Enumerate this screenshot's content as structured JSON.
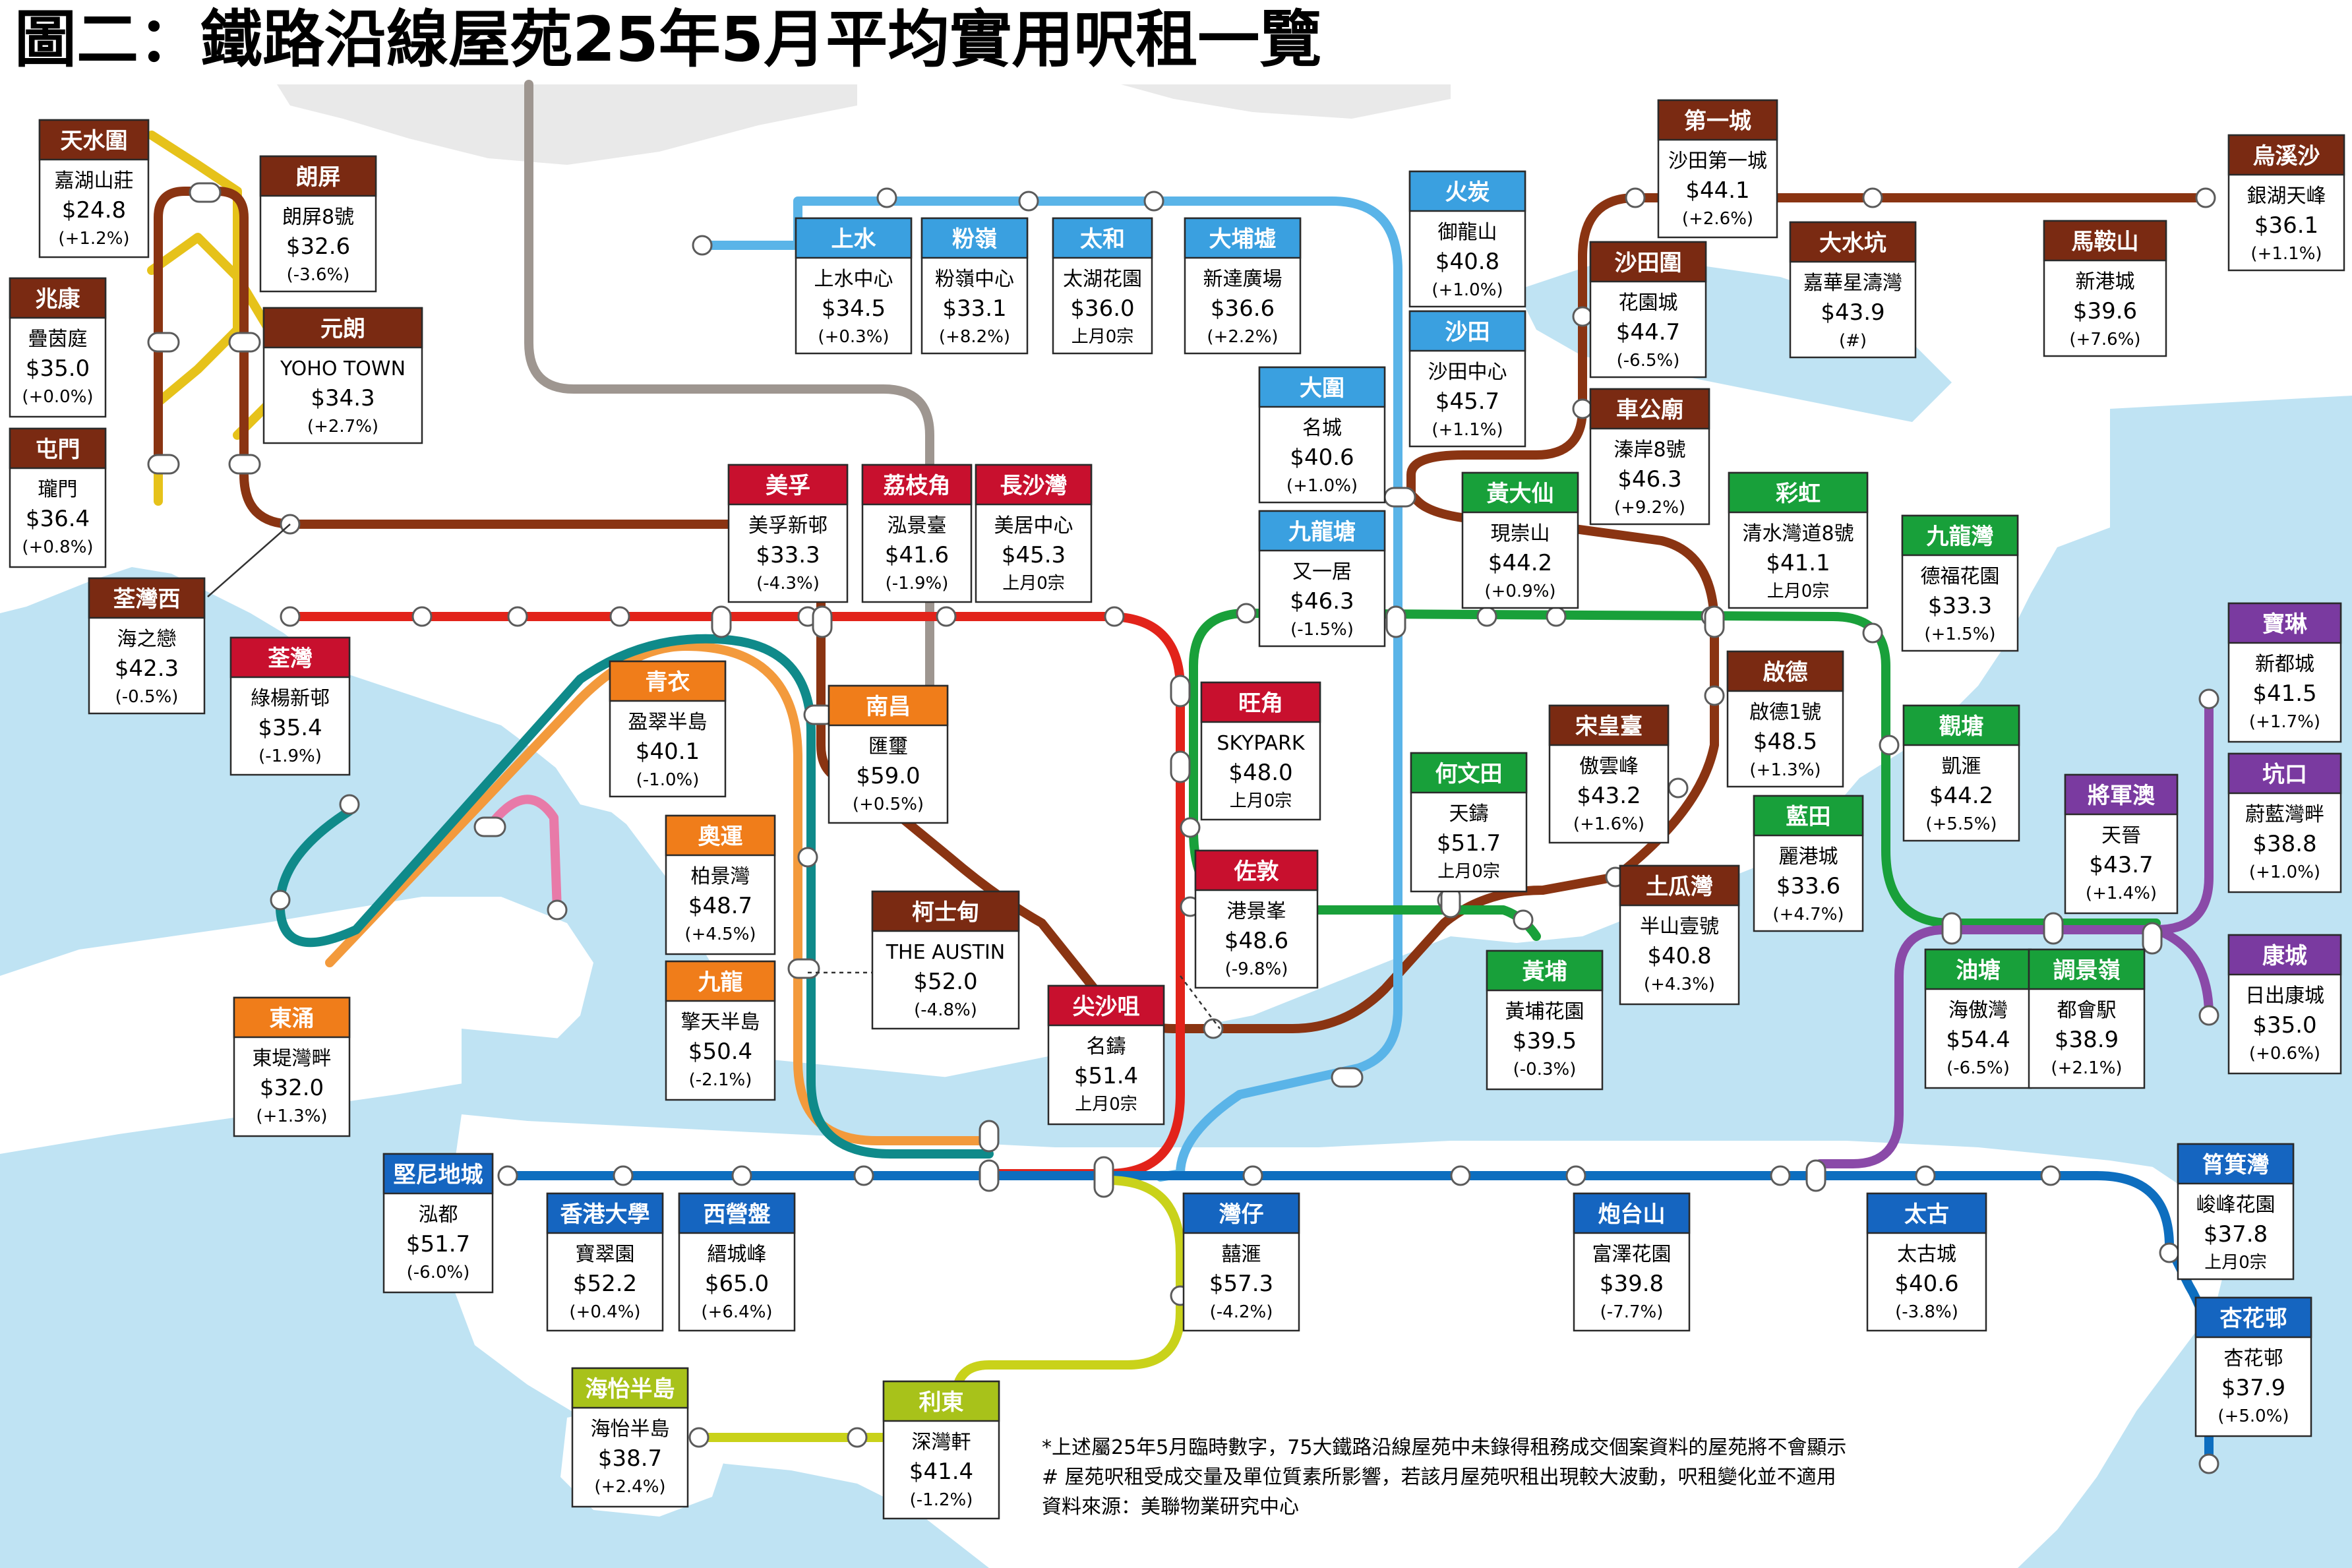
{
  "title": "圖二：鐵路沿線屋苑25年5月平均實用呎租一覽",
  "colors": {
    "sea": "#bfe3f3",
    "land": "#ffffff",
    "grey_land": "#e9e9e9",
    "header_red": "#c8102e",
    "header_brown": "#7a2a12",
    "header_blue": "#1565c0",
    "header_lightblue": "#3aa0e0",
    "header_green": "#18a03a",
    "header_orange": "#f07d1a",
    "header_purple": "#7a3aa0",
    "header_lime": "#a8c21a",
    "line_red": "#e2231a",
    "line_brown": "#8a3412",
    "line_green": "#19a03a",
    "line_blue": "#0d6ebf",
    "line_lightblue": "#5ab4e8",
    "line_orange": "#f39a3c",
    "line_teal": "#0f8a8a",
    "line_purple": "#8a4aa8",
    "line_lime": "#c9d21a",
    "line_yellow": "#e6c21a",
    "line_pink": "#e87aa8",
    "line_grey": "#9e9690"
  },
  "stations": [
    {
      "name": "天水圍",
      "estate": "嘉湖山莊",
      "rent": "$24.8",
      "change": "(+1.2%)",
      "header": "header_brown"
    },
    {
      "name": "朗屏",
      "estate": "朗屏8號",
      "rent": "$32.6",
      "change": "(-3.6%)",
      "header": "header_brown"
    },
    {
      "name": "兆康",
      "estate": "疊茵庭",
      "rent": "$35.0",
      "change": "(+0.0%)",
      "header": "header_brown"
    },
    {
      "name": "元朗",
      "estate": "YOHO TOWN",
      "rent": "$34.3",
      "change": "(+2.7%)",
      "header": "header_brown"
    },
    {
      "name": "屯門",
      "estate": "瓏門",
      "rent": "$36.4",
      "change": "(+0.8%)",
      "header": "header_brown"
    },
    {
      "name": "荃灣西",
      "estate": "海之戀",
      "rent": "$42.3",
      "change": "(-0.5%)",
      "header": "header_brown"
    },
    {
      "name": "荃灣",
      "estate": "綠楊新邨",
      "rent": "$35.4",
      "change": "(-1.9%)",
      "header": "header_red"
    },
    {
      "name": "美孚",
      "estate": "美孚新邨",
      "rent": "$33.3",
      "change": "(-4.3%)",
      "header": "header_red"
    },
    {
      "name": "荔枝角",
      "estate": "泓景臺",
      "rent": "$41.6",
      "change": "(-1.9%)",
      "header": "header_red"
    },
    {
      "name": "長沙灣",
      "estate": "美居中心",
      "rent": "$45.3",
      "change": "上月0宗",
      "header": "header_red"
    },
    {
      "name": "青衣",
      "estate": "盈翠半島",
      "rent": "$40.1",
      "change": "(-1.0%)",
      "header": "header_orange"
    },
    {
      "name": "南昌",
      "estate": "匯璽",
      "rent": "$59.0",
      "change": "(+0.5%)",
      "header": "header_orange"
    },
    {
      "name": "奧運",
      "estate": "柏景灣",
      "rent": "$48.7",
      "change": "(+4.5%)",
      "header": "header_orange"
    },
    {
      "name": "九龍",
      "estate": "擎天半島",
      "rent": "$50.4",
      "change": "(-2.1%)",
      "header": "header_orange"
    },
    {
      "name": "東涌",
      "estate": "東堤灣畔",
      "rent": "$32.0",
      "change": "(+1.3%)",
      "header": "header_orange"
    },
    {
      "name": "柯士甸",
      "estate": "THE AUSTIN",
      "rent": "$52.0",
      "change": "(-4.8%)",
      "header": "header_brown"
    },
    {
      "name": "尖沙咀",
      "estate": "名鑄",
      "rent": "$51.4",
      "change": "上月0宗",
      "header": "header_red"
    },
    {
      "name": "上水",
      "estate": "上水中心",
      "rent": "$34.5",
      "change": "(+0.3%)",
      "header": "header_lightblue"
    },
    {
      "name": "粉嶺",
      "estate": "粉嶺中心",
      "rent": "$33.1",
      "change": "(+8.2%)",
      "header": "header_lightblue"
    },
    {
      "name": "太和",
      "estate": "太湖花園",
      "rent": "$36.0",
      "change": "上月0宗",
      "header": "header_lightblue"
    },
    {
      "name": "大埔墟",
      "estate": "新達廣場",
      "rent": "$36.6",
      "change": "(+2.2%)",
      "header": "header_lightblue"
    },
    {
      "name": "火炭",
      "estate": "御龍山",
      "rent": "$40.8",
      "change": "(+1.0%)",
      "header": "header_lightblue"
    },
    {
      "name": "沙田",
      "estate": "沙田中心",
      "rent": "$45.7",
      "change": "(+1.1%)",
      "header": "header_lightblue"
    },
    {
      "name": "大圍",
      "estate": "名城",
      "rent": "$40.6",
      "change": "(+1.0%)",
      "header": "header_lightblue"
    },
    {
      "name": "九龍塘",
      "estate": "又一居",
      "rent": "$46.3",
      "change": "(-1.5%)",
      "header": "header_lightblue"
    },
    {
      "name": "旺角",
      "estate": "SKYPARK",
      "rent": "$48.0",
      "change": "上月0宗",
      "header": "header_red"
    },
    {
      "name": "佐敦",
      "estate": "港景峯",
      "rent": "$48.6",
      "change": "(-9.8%)",
      "header": "header_red"
    },
    {
      "name": "何文田",
      "estate": "天鑄",
      "rent": "$51.7",
      "change": "上月0宗",
      "header": "header_green"
    },
    {
      "name": "黃埔",
      "estate": "黃埔花園",
      "rent": "$39.5",
      "change": "(-0.3%)",
      "header": "header_green"
    },
    {
      "name": "第一城",
      "estate": "沙田第一城",
      "rent": "$44.1",
      "change": "(+2.6%)",
      "header": "header_brown"
    },
    {
      "name": "烏溪沙",
      "estate": "銀湖天峰",
      "rent": "$36.1",
      "change": "(+1.1%)",
      "header": "header_brown"
    },
    {
      "name": "大水坑",
      "estate": "嘉華星濤灣",
      "rent": "$43.9",
      "change": "(#)",
      "header": "header_brown"
    },
    {
      "name": "馬鞍山",
      "estate": "新港城",
      "rent": "$39.6",
      "change": "(+7.6%)",
      "header": "header_brown"
    },
    {
      "name": "沙田圍",
      "estate": "花園城",
      "rent": "$44.7",
      "change": "(-6.5%)",
      "header": "header_brown"
    },
    {
      "name": "車公廟",
      "estate": "溱岸8號",
      "rent": "$46.3",
      "change": "(+9.2%)",
      "header": "header_brown"
    },
    {
      "name": "黃大仙",
      "estate": "現崇山",
      "rent": "$44.2",
      "change": "(+0.9%)",
      "header": "header_green"
    },
    {
      "name": "彩虹",
      "estate": "清水灣道8號",
      "rent": "$41.1",
      "change": "上月0宗",
      "header": "header_green"
    },
    {
      "name": "九龍灣",
      "estate": "德福花園",
      "rent": "$33.3",
      "change": "(+1.5%)",
      "header": "header_green"
    },
    {
      "name": "啟德",
      "estate": "啟德1號",
      "rent": "$48.5",
      "change": "(+1.3%)",
      "header": "header_brown"
    },
    {
      "name": "宋皇臺",
      "estate": "傲雲峰",
      "rent": "$43.2",
      "change": "(+1.6%)",
      "header": "header_brown"
    },
    {
      "name": "觀塘",
      "estate": "凱滙",
      "rent": "$44.2",
      "change": "(+5.5%)",
      "header": "header_green"
    },
    {
      "name": "藍田",
      "estate": "麗港城",
      "rent": "$33.6",
      "change": "(+4.7%)",
      "header": "header_green"
    },
    {
      "name": "土瓜灣",
      "estate": "半山壹號",
      "rent": "$40.8",
      "change": "(+4.3%)",
      "header": "header_brown"
    },
    {
      "name": "寶琳",
      "estate": "新都城",
      "rent": "$41.5",
      "change": "(+1.7%)",
      "header": "header_purple"
    },
    {
      "name": "將軍澳",
      "estate": "天晉",
      "rent": "$43.7",
      "change": "(+1.4%)",
      "header": "header_purple"
    },
    {
      "name": "坑口",
      "estate": "蔚藍灣畔",
      "rent": "$38.8",
      "change": "(+1.0%)",
      "header": "header_purple"
    },
    {
      "name": "康城",
      "estate": "日出康城",
      "rent": "$35.0",
      "change": "(+0.6%)",
      "header": "header_purple"
    },
    {
      "name": "油塘",
      "estate": "海傲灣",
      "rent": "$54.4",
      "change": "(-6.5%)",
      "header": "header_green"
    },
    {
      "name": "調景嶺",
      "estate": "都會駅",
      "rent": "$38.9",
      "change": "(+2.1%)",
      "header": "header_green"
    },
    {
      "name": "堅尼地城",
      "estate": "泓都",
      "rent": "$51.7",
      "change": "(-6.0%)",
      "header": "header_blue"
    },
    {
      "name": "香港大學",
      "estate": "寶翠園",
      "rent": "$52.2",
      "change": "(+0.4%)",
      "header": "header_blue"
    },
    {
      "name": "西營盤",
      "estate": "縉城峰",
      "rent": "$65.0",
      "change": "(+6.4%)",
      "header": "header_blue"
    },
    {
      "name": "灣仔",
      "estate": "囍滙",
      "rent": "$57.3",
      "change": "(-4.2%)",
      "header": "header_blue"
    },
    {
      "name": "炮台山",
      "estate": "富澤花園",
      "rent": "$39.8",
      "change": "(-7.7%)",
      "header": "header_blue"
    },
    {
      "name": "太古",
      "estate": "太古城",
      "rent": "$40.6",
      "change": "(-3.8%)",
      "header": "header_blue"
    },
    {
      "name": "筲箕灣",
      "estate": "峻峰花園",
      "rent": "$37.8",
      "change": "上月0宗",
      "header": "header_blue"
    },
    {
      "name": "杏花邨",
      "estate": "杏花邨",
      "rent": "$37.9",
      "change": "(+5.0%)",
      "header": "header_blue"
    },
    {
      "name": "海怡半島",
      "estate": "海怡半島",
      "rent": "$38.7",
      "change": "(+2.4%)",
      "header": "header_lime"
    },
    {
      "name": "利東",
      "estate": "深灣軒",
      "rent": "$41.4",
      "change": "(-1.2%)",
      "header": "header_lime"
    }
  ],
  "notes": [
    "*上述屬25年5月臨時數字，75大鐵路沿線屋苑中未錄得租務成交個案資料的屋苑將不會顯示",
    "# 屋苑呎租受成交量及單位質素所影響，若該月屋苑呎租出現較大波動，呎租變化並不適用",
    "資料來源：美聯物業研究中心"
  ]
}
